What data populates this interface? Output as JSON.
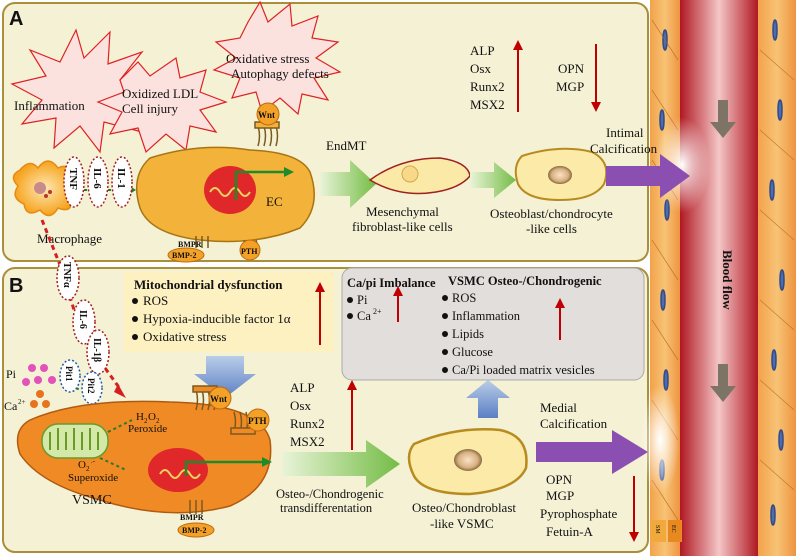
{
  "panel_a": {
    "label": "A",
    "stressors": {
      "inflammation": "Inflammation",
      "oxidized_ldl": "Oxidized LDL",
      "cell_injury": "Cell injury",
      "oxidative_stress": "Oxidative stress",
      "autophagy": "Autophagy defects"
    },
    "cytokines": [
      "IL-1",
      "IL-6",
      "TNF"
    ],
    "macrophage": "Macrophage",
    "ec": "EC",
    "bmpr": "BMPR",
    "bmp2": "BMP-2",
    "pth": "PTH",
    "wnt": "Wnt",
    "endmt": "EndMT",
    "mesenchymal": [
      "Mesenchymal",
      "fibroblast-like cells"
    ],
    "osteoblast": [
      "Osteoblast/chondrocyte",
      "-like cells"
    ],
    "up_markers": [
      "ALP",
      "Osx",
      "Runx2",
      "MSX2"
    ],
    "down_markers": [
      "OPN",
      "MGP"
    ],
    "intimal": [
      "Intimal",
      "Calcification"
    ]
  },
  "panel_b": {
    "label": "B",
    "cytokines": [
      "TNFα",
      "IL-6",
      "IL-1β"
    ],
    "pi": "Pi",
    "ca": "Ca",
    "ca_sup": "2+",
    "pit1": "Pit1",
    "pit2": "Pit2",
    "mito_title": "Mitochondrial dysfunction",
    "mito_items": [
      "ROS",
      "Hypoxia-inducible factor 1α",
      "Oxidative stress"
    ],
    "capi_title": "Ca/pi Imbalance",
    "capi_items": [
      "Pi",
      "Ca"
    ],
    "capi_sup": "2+",
    "osteo_title": "VSMC Osteo-/Chondrogenic",
    "osteo_items": [
      "ROS",
      "Inflammation",
      "Lipids",
      "Glucose",
      "Ca/Pi loaded matrix vesicles"
    ],
    "h2o2": "H",
    "h2o2_rest": "O",
    "peroxide": "Peroxide",
    "o2": "O",
    "superoxide": "Superoxide",
    "vsmc": "VSMC",
    "bmpr": "BMPR",
    "bmp2": "BMP-2",
    "pth": "PTH",
    "wnt": "Wnt",
    "up_markers": [
      "ALP",
      "Osx",
      "Runx2",
      "MSX2"
    ],
    "transdiff": [
      "Osteo-/Chondrogenic",
      "transdifferentation"
    ],
    "chondroblast": [
      "Osteo/Chondroblast",
      "-like VSMC"
    ],
    "medial": [
      "Medial",
      "Calcification"
    ],
    "down_markers": [
      "OPN",
      "MGP",
      "Pyrophosphate",
      "Fetuin-A"
    ]
  },
  "vessel": {
    "label": "Blood flow",
    "sm": "SM",
    "ec": "EC"
  },
  "colors": {
    "panel_bg": "#f4f1d4",
    "panel_border": "#a98f3a",
    "ec_cell": "#f3b33a",
    "vsmc_cell": "#f08a24",
    "nucleus": "#e0272a",
    "blood": "#c81f2a",
    "green_arrow": "#7cc04c",
    "purple_arrow": "#8a4fb0",
    "up_arrow": "#c00000"
  }
}
